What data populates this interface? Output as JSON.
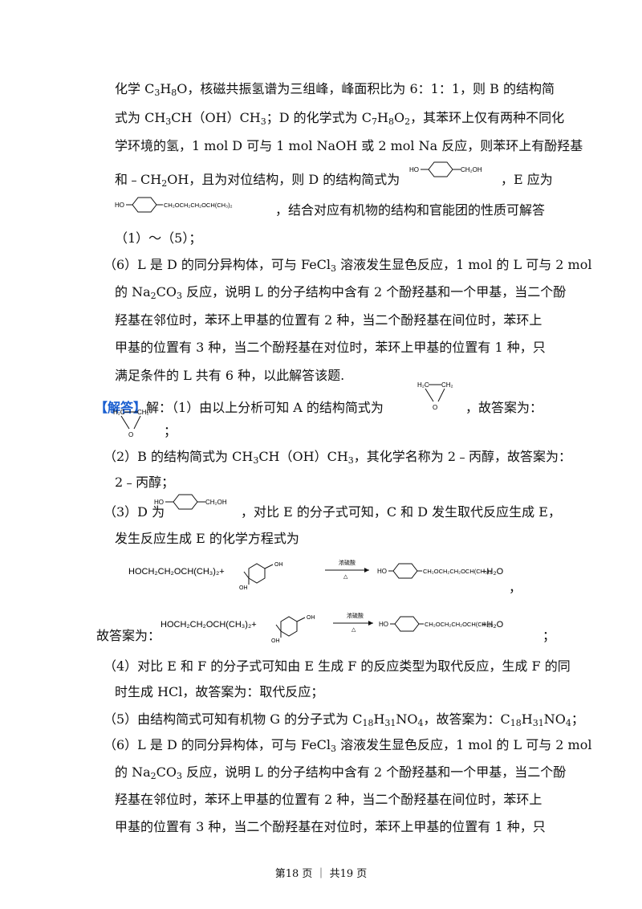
{
  "para1": {
    "l1a": "化学 C",
    "l1_sub1": "3",
    "l1b": "H",
    "l1_sub2": "8",
    "l1c": "O，核磁共振氢谱为三组峰，峰面积比为 6：1：1，则 B 的结构简",
    "l2a": "式为 CH",
    "l2_sub1": "3",
    "l2b": "CH（OH）CH",
    "l2_sub2": "3",
    "l2c": "；D 的化学式为 C",
    "l2_sub3": "7",
    "l2d": "H",
    "l2_sub4": "8",
    "l2e": "O",
    "l2_sub5": "2",
    "l2f": "，其苯环上仅有两种不同化",
    "l3": "学环境的氢，1 mol D 可与 1 mol NaOH 或 2 mol Na 反应，则苯环上有酚羟基",
    "l4a": "和﹣CH",
    "l4_sub": "2",
    "l4b": "OH，且为对位结构，则 D 的结构简式为",
    "l4c": "，E 应为",
    "l5": "，结合对应有机物的结构和官能团的性质可解答",
    "l6": "（1）～（5）；"
  },
  "para6_first": {
    "l1": "（6）L 是 D 的同分异构体，可与 FeCl",
    "l1_sub": "3",
    "l1b": " 溶液发生显色反应，1 mol 的 L 可与 2 mol",
    "l2a": "的 Na",
    "l2_sub1": "2",
    "l2b": "CO",
    "l2_sub2": "3",
    "l2c": " 反应，说明 L 的分子结构中含有 2 个酚羟基和一个甲基，当二个酚",
    "l3": "羟基在邻位时，苯环上甲基的位置有 2 种，当二个酚羟基在间位时，苯环上",
    "l4": "甲基的位置有 3 种，当二个酚羟基在对位时，苯环上甲基的位置有 1 种，只",
    "l5": "满足条件的 L 共有 6 种，以此解答该题."
  },
  "answer": {
    "tag": "【解答】",
    "a1a": "解：（1）由以上分析可知 A 的结构简式为",
    "a1b": "，故答案为：",
    "a1c": "；",
    "a2a": "（2）B 的结构简式为 CH",
    "a2_sub1": "3",
    "a2b": "CH（OH）CH",
    "a2_sub2": "3",
    "a2c": "，其化学名称为 2﹣丙醇，故答案为：",
    "a2d": "2﹣丙醇；",
    "a3a": "（3）D 为",
    "a3b": "，对比 E 的分子式可知，C 和 D 发生取代反应生成 E，",
    "a3c": "发生反应生成 E 的化学方程式为",
    "a3_comma": "，",
    "a3_prefix": "故答案为：",
    "a3_semicolon": "；",
    "a4a": "（4）对比 E 和 F 的分子式可知由 E 生成 F 的反应类型为取代反应，生成 F 的同",
    "a4b": "时生成 HCl，故答案为：取代反应；",
    "a5a": "（5）由结构简式可知有机物 G 的分子式为 C",
    "a5_s1": "18",
    "a5b": "H",
    "a5_s2": "31",
    "a5c": "NO",
    "a5_s3": "4",
    "a5d": "，故答案为：C",
    "a5_s4": "18",
    "a5e": "H",
    "a5_s5": "31",
    "a5f": "NO",
    "a5_s6": "4",
    "a5g": "；",
    "a6l1": "（6）L 是 D 的同分异构体，可与 FeCl",
    "a6l1_sub": "3",
    "a6l1b": " 溶液发生显色反应，1 mol 的 L 可与 2 mol",
    "a6l2a": "的 Na",
    "a6l2_sub1": "2",
    "a6l2b": "CO",
    "a6l2_sub2": "3",
    "a6l2c": " 反应，说明 L 的分子结构中含有 2 个酚羟基和一个甲基，当二个酚",
    "a6l3": "羟基在邻位时，苯环上甲基的位置有 2 种，当二个酚羟基在间位时，苯环上",
    "a6l4": "甲基的位置有 3 种，当二个酚羟基在对位时，苯环上甲基的位置有 1 种，只"
  },
  "structures": {
    "ho": "HO",
    "ch2oh": "CH₂OH",
    "e_chain": "CH₂OCH₂CH₂OCH(CH₃)₂",
    "epoxide_h2c": "H₂C",
    "epoxide_ch2": "CH₂",
    "epoxide_o": "O",
    "reactant": "HOCH₂CH₂OCH(CH₃)₂+",
    "oh": "OH",
    "catalyst": "浓硫酸",
    "delta": "△",
    "product_chain": "CH₂OCH₂CH₂OCH(CH₃)₂",
    "water": "+H₂O"
  },
  "footer": "第18 页 ｜ 共19 页"
}
